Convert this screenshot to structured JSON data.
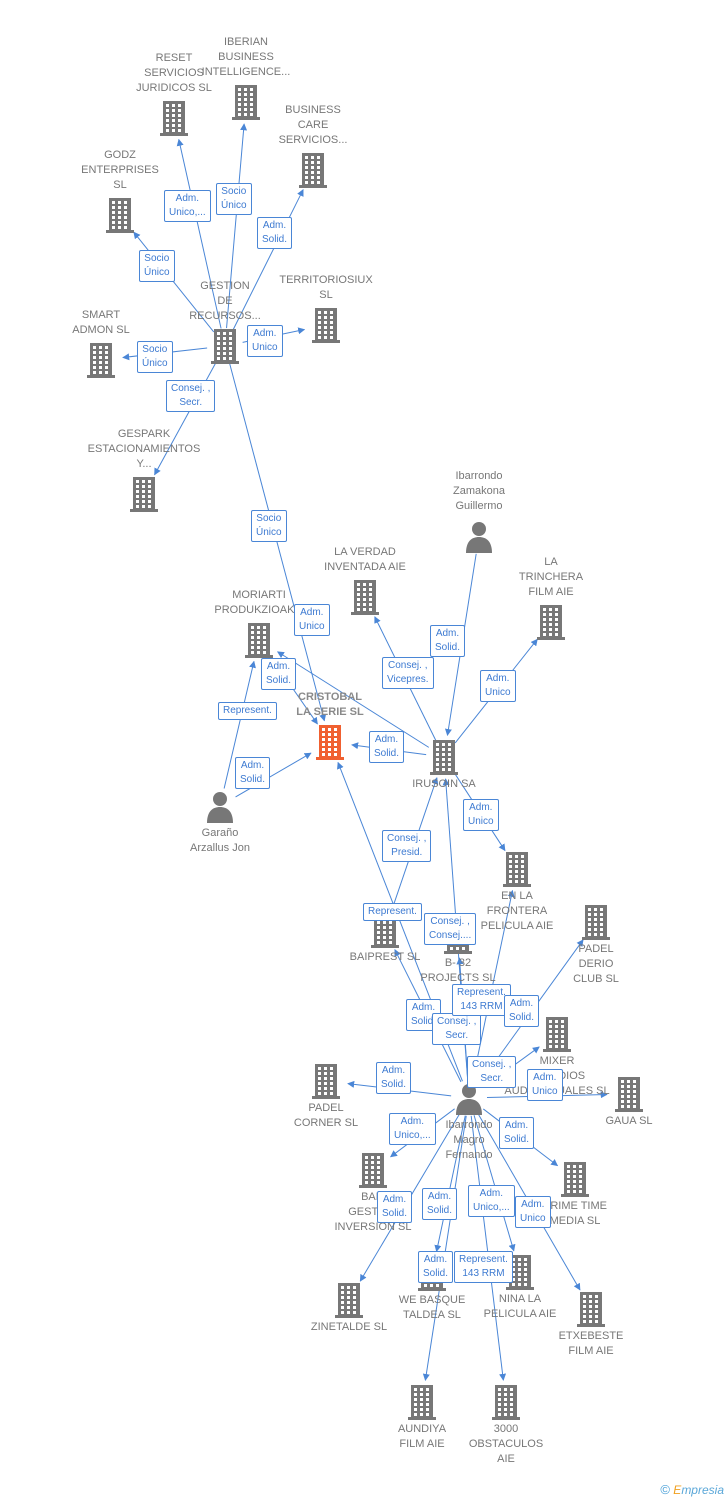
{
  "colors": {
    "edge": "#4a86d6",
    "building": "#777777",
    "building_main": "#f06030",
    "person": "#777777"
  },
  "nodes": [
    {
      "id": "reset",
      "label": "RESET\nSERVICIOS\nJURIDICOS  SL",
      "kind": "company"
    },
    {
      "id": "iberian",
      "label": "IBERIAN\nBUSINESS\nINTELLIGENCE...",
      "kind": "company"
    },
    {
      "id": "business",
      "label": "BUSINESS\nCARE\nSERVICIOS...",
      "kind": "company"
    },
    {
      "id": "godz",
      "label": "GODZ\nENTERPRISES\nSL",
      "kind": "company"
    },
    {
      "id": "territorios",
      "label": "TERRITORIOSIUX\nSL",
      "kind": "company"
    },
    {
      "id": "gestion",
      "label": "GESTION\nDE\nRECURSOS...",
      "kind": "company"
    },
    {
      "id": "smart",
      "label": "SMART\nADMON  SL",
      "kind": "company"
    },
    {
      "id": "gespark",
      "label": "GESPARK\nESTACIONAMIENTOS\nY...",
      "kind": "company"
    },
    {
      "id": "ibarrondoZ",
      "label": "Ibarrondo\nZamakona\nGuillermo",
      "kind": "person"
    },
    {
      "id": "laverdad",
      "label": "LA VERDAD\nINVENTADA AIE",
      "kind": "company"
    },
    {
      "id": "latrinchera",
      "label": "LA\nTRINCHERA\nFILM AIE",
      "kind": "company"
    },
    {
      "id": "moriarti",
      "label": "MORIARTI\nPRODUKZIOAK...",
      "kind": "company"
    },
    {
      "id": "cristobal",
      "label": "CRISTOBAL\nLA SERIE  SL",
      "kind": "main"
    },
    {
      "id": "irusoin",
      "label": "IRUSOIN SA",
      "kind": "company"
    },
    {
      "id": "garano",
      "label": "Garaño\nArzallus Jon",
      "kind": "person"
    },
    {
      "id": "enlafrontera",
      "label": "EN LA\nFRONTERA\nPELICULA  AIE",
      "kind": "company"
    },
    {
      "id": "baiprest",
      "label": "BAIPREST  SL",
      "kind": "company"
    },
    {
      "id": "b32",
      "label": "B- 32\nPROJECTS SL",
      "kind": "company"
    },
    {
      "id": "padeld",
      "label": "PADEL\nDERIO\nCLUB SL",
      "kind": "company"
    },
    {
      "id": "mixer",
      "label": "MIXER\nESTUDIOS\nAUDIOVISUALES SL",
      "kind": "company"
    },
    {
      "id": "padelc",
      "label": "PADEL\nCORNER SL",
      "kind": "company"
    },
    {
      "id": "gaua",
      "label": "GAUA  SL",
      "kind": "company"
    },
    {
      "id": "ibarrondoM",
      "label": "Ibarrondo\nMagro\nFernando",
      "kind": "person"
    },
    {
      "id": "bali",
      "label": "BALI\nGESTION\nINVERSION  SL",
      "kind": "company"
    },
    {
      "id": "primetime",
      "label": "PRIME TIME\nMEDIA  SL",
      "kind": "company"
    },
    {
      "id": "webasque",
      "label": "WE BASQUE\nTALDEA  SL",
      "kind": "company"
    },
    {
      "id": "nina",
      "label": "NINA LA\nPELICULA AIE",
      "kind": "company"
    },
    {
      "id": "zinetalde",
      "label": "ZINETALDE SL",
      "kind": "company"
    },
    {
      "id": "etxebeste",
      "label": "ETXEBESTE\nFILM AIE",
      "kind": "company"
    },
    {
      "id": "aundiya",
      "label": "AUNDIYA\nFILM AIE",
      "kind": "company"
    },
    {
      "id": "obstaculos",
      "label": "3000\nOBSTACULOS\nAIE",
      "kind": "company"
    }
  ],
  "edges": [
    {
      "from": "gestion",
      "to": "reset",
      "label": "Adm.\nUnico,..."
    },
    {
      "from": "gestion",
      "to": "iberian",
      "label": "Socio\nÚnico"
    },
    {
      "from": "gestion",
      "to": "business",
      "label": "Adm.\nSolid."
    },
    {
      "from": "gestion",
      "to": "godz",
      "label": "Socio\nÚnico"
    },
    {
      "from": "gestion",
      "to": "territorios",
      "label": "Adm.\nUnico"
    },
    {
      "from": "gestion",
      "to": "smart",
      "label": "Socio\nÚnico"
    },
    {
      "from": "gestion",
      "to": "gespark",
      "label": "Consej. ,\nSecr."
    },
    {
      "from": "gestion",
      "to": "cristobal",
      "label": "Socio\nÚnico"
    },
    {
      "from": "moriarti",
      "to": "cristobal",
      "label": "Adm.\nSolid."
    },
    {
      "from": "garano",
      "to": "moriarti",
      "label": "Adm.\nUnico"
    },
    {
      "from": "garano",
      "to": "cristobal",
      "label": "Represent."
    },
    {
      "from": "irusoin",
      "to": "moriarti",
      "label": "Adm.\nSolid."
    },
    {
      "from": "ibarrondoZ",
      "to": "irusoin",
      "label": "Consej. ,\nVicepres."
    },
    {
      "from": "irusoin",
      "to": "laverdad",
      "label": "Adm.\nSolid."
    },
    {
      "from": "irusoin",
      "to": "latrinchera",
      "label": "Adm.\nUnico"
    },
    {
      "from": "irusoin",
      "to": "cristobal",
      "label": "Adm.\nSolid."
    },
    {
      "from": "irusoin",
      "to": "enlafrontera",
      "label": "Adm.\nUnico"
    },
    {
      "from": "baiprest",
      "to": "irusoin",
      "label": "Consej. ,\nPresid."
    },
    {
      "from": "ibarrondoM",
      "to": "cristobal",
      "label": "Represent."
    },
    {
      "from": "ibarrondoM",
      "to": "irusoin",
      "label": "Consej. ,\nConsej...."
    },
    {
      "from": "ibarrondoM",
      "to": "baiprest",
      "label": "Adm.\nSolid."
    },
    {
      "from": "ibarrondoM",
      "to": "b32",
      "label": "Consej. ,\nSecr."
    },
    {
      "from": "ibarrondoM",
      "to": "enlafrontera",
      "label": "Represent.\n143 RRM"
    },
    {
      "from": "ibarrondoM",
      "to": "padeld",
      "label": "Adm.\nSolid."
    },
    {
      "from": "ibarrondoM",
      "to": "mixer",
      "label": "Consej. ,\nSecr."
    },
    {
      "from": "ibarrondoM",
      "to": "gaua",
      "label": "Adm.\nUnico"
    },
    {
      "from": "ibarrondoM",
      "to": "padelc",
      "label": "Adm.\nSolid."
    },
    {
      "from": "ibarrondoM",
      "to": "bali",
      "label": "Adm.\nUnico,..."
    },
    {
      "from": "ibarrondoM",
      "to": "primetime",
      "label": "Adm.\nSolid."
    },
    {
      "from": "ibarrondoM",
      "to": "zinetalde",
      "label": "Adm.\nSolid."
    },
    {
      "from": "ibarrondoM",
      "to": "webasque",
      "label": "Adm.\nSolid."
    },
    {
      "from": "ibarrondoM",
      "to": "nina",
      "label": "Adm.\nUnico,..."
    },
    {
      "from": "ibarrondoM",
      "to": "etxebeste",
      "label": "Adm.\nUnico"
    },
    {
      "from": "ibarrondoM",
      "to": "aundiya",
      "label": "Adm.\nSolid."
    },
    {
      "from": "ibarrondoM",
      "to": "obstaculos",
      "label": "Represent.\n143 RRM"
    }
  ],
  "footer": {
    "copyright": "©",
    "brand_first": "E",
    "brand_rest": "mpresia"
  }
}
